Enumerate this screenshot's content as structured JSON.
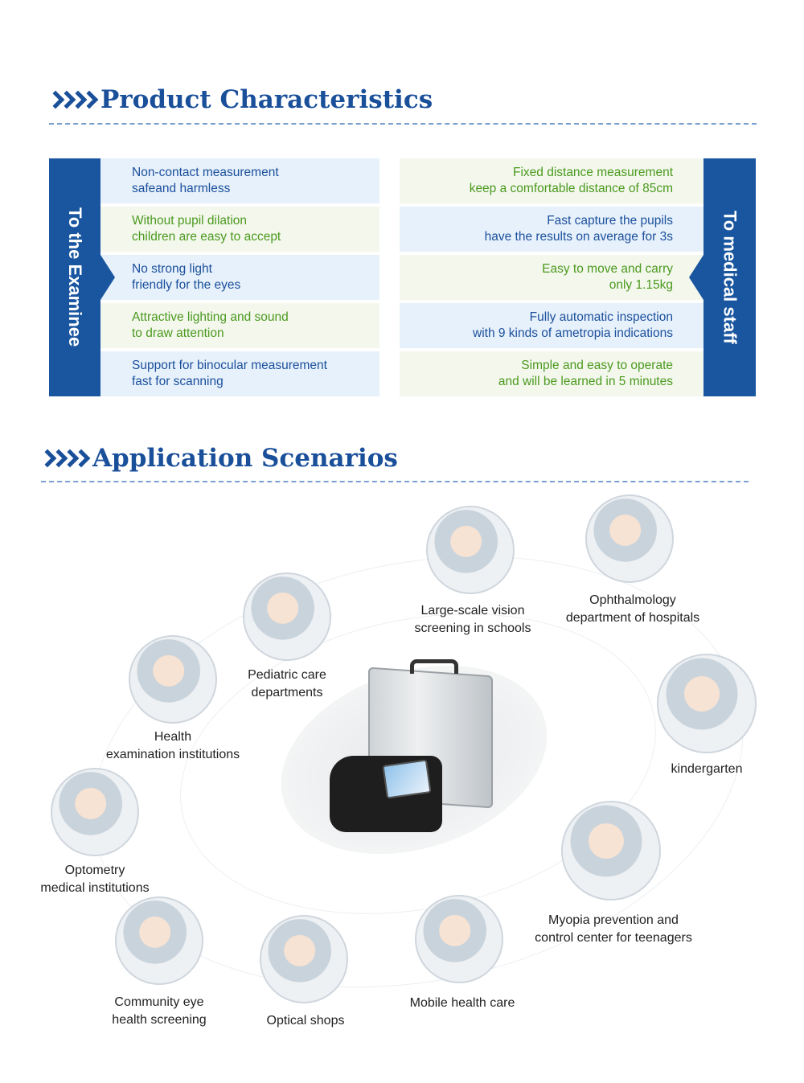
{
  "section1": {
    "title": "Product Characteristics"
  },
  "left": {
    "tab": "To the Examinee",
    "rows": [
      {
        "l1": "Non-contact measurement",
        "l2": "safeand harmless"
      },
      {
        "l1": "Without pupil dilation",
        "l2": "children are easy to accept"
      },
      {
        "l1": "No strong light",
        "l2": "friendly for the eyes"
      },
      {
        "l1": "Attractive lighting and sound",
        "l2": "to draw attention"
      },
      {
        "l1": "Support for binocular measurement",
        "l2": "fast for scanning"
      }
    ]
  },
  "right": {
    "tab": "To medical staff",
    "rows": [
      {
        "l1": "Fixed distance measurement",
        "l2": "keep a comfortable distance of 85cm"
      },
      {
        "l1": "Fast capture the pupils",
        "l2": "have the results on average for 3s"
      },
      {
        "l1": "Easy to move and carry",
        "l2": "only 1.15kg"
      },
      {
        "l1": "Fully automatic inspection",
        "l2": "with 9 kinds of ametropia indications"
      },
      {
        "l1": "Simple and easy to operate",
        "l2": "and will be learned in 5 minutes"
      }
    ]
  },
  "section2": {
    "title": "Application Scenarios"
  },
  "scenarios": [
    {
      "l1": "Large-scale vision",
      "l2": "screening in schools"
    },
    {
      "l1": "Ophthalmology",
      "l2": "department of hospitals"
    },
    {
      "l1": "Pediatric care",
      "l2": "departments"
    },
    {
      "l1": "Health",
      "l2": "examination institutions"
    },
    {
      "l1": "kindergarten",
      "l2": ""
    },
    {
      "l1": "Optometry",
      "l2": "medical institutions"
    },
    {
      "l1": "Myopia prevention and",
      "l2": "control center for teenagers"
    },
    {
      "l1": "Community eye",
      "l2": "health screening"
    },
    {
      "l1": "Optical shops",
      "l2": ""
    },
    {
      "l1": "Mobile health care",
      "l2": ""
    }
  ],
  "colors": {
    "blue": "#1a56a0",
    "green": "#4c9a1f"
  }
}
